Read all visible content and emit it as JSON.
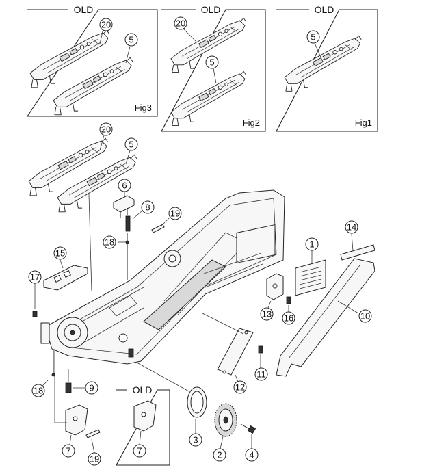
{
  "boxes": {
    "fig3": {
      "header": "OLD",
      "caption": "Fig3",
      "callouts": [
        "20",
        "5"
      ]
    },
    "fig2": {
      "header": "OLD",
      "caption": "Fig2",
      "callouts": [
        "20",
        "5"
      ]
    },
    "fig1": {
      "header": "OLD",
      "caption": "Fig1",
      "callouts": [
        "5"
      ]
    },
    "bottom": {
      "header": "OLD",
      "callouts": [
        "7"
      ]
    }
  },
  "callouts": {
    "c20": "20",
    "c5": "5",
    "c6": "6",
    "c8": "8",
    "c19a": "19",
    "c18a": "18",
    "c15": "15",
    "c17": "17",
    "c1": "1",
    "c14": "14",
    "c13": "13",
    "c16": "16",
    "c10": "10",
    "c11": "11",
    "c12": "12",
    "c18b": "18",
    "c9": "9",
    "c7": "7",
    "c19b": "19",
    "c3": "3",
    "c2": "2",
    "c4": "4"
  }
}
